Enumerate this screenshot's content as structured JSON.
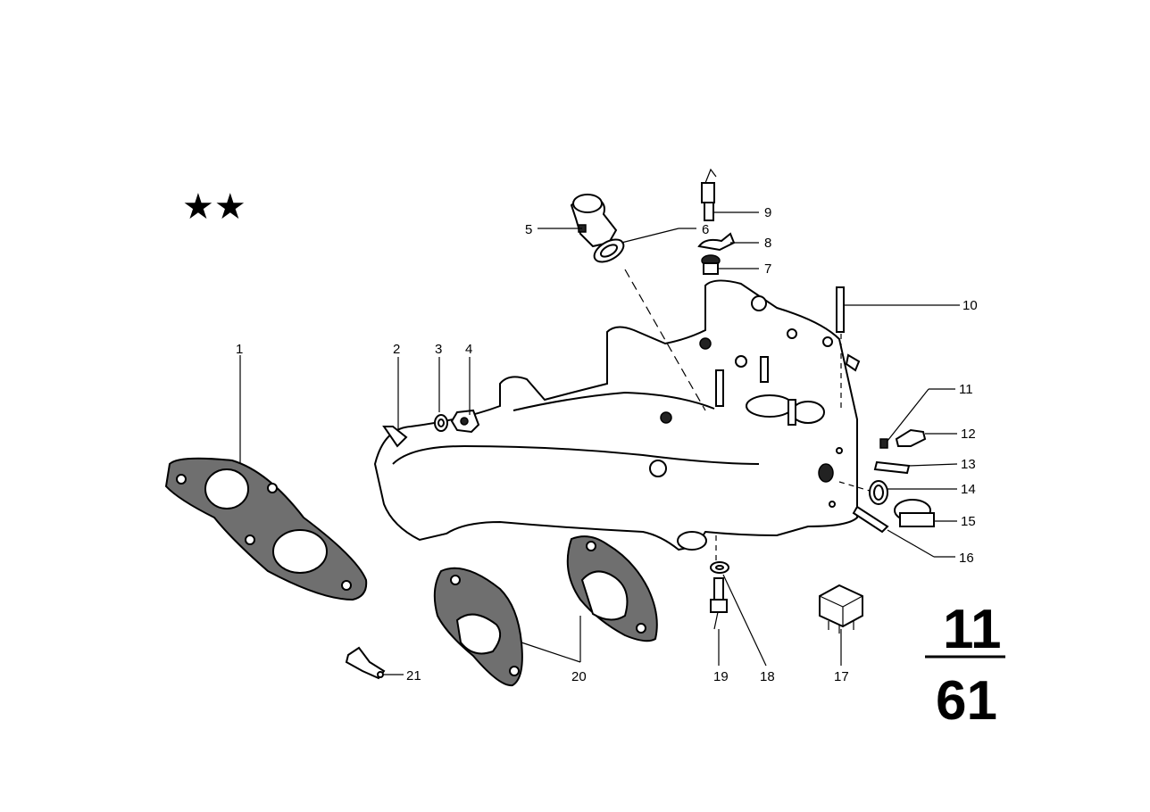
{
  "title_marks": "★★",
  "group_code": {
    "top": "11",
    "bottom": "61"
  },
  "callouts": [
    {
      "id": "c1",
      "label": "1"
    },
    {
      "id": "c2",
      "label": "2"
    },
    {
      "id": "c3",
      "label": "3"
    },
    {
      "id": "c4",
      "label": "4"
    },
    {
      "id": "c5",
      "label": "5"
    },
    {
      "id": "c6",
      "label": "6"
    },
    {
      "id": "c7",
      "label": "7"
    },
    {
      "id": "c8",
      "label": "8"
    },
    {
      "id": "c9",
      "label": "9"
    },
    {
      "id": "c10",
      "label": "10"
    },
    {
      "id": "c11",
      "label": "11"
    },
    {
      "id": "c12",
      "label": "12"
    },
    {
      "id": "c13",
      "label": "13"
    },
    {
      "id": "c14",
      "label": "14"
    },
    {
      "id": "c15",
      "label": "15"
    },
    {
      "id": "c16",
      "label": "16"
    },
    {
      "id": "c17",
      "label": "17"
    },
    {
      "id": "c18",
      "label": "18"
    },
    {
      "id": "c19",
      "label": "19"
    },
    {
      "id": "c20",
      "label": "20"
    },
    {
      "id": "c21",
      "label": "21"
    }
  ]
}
